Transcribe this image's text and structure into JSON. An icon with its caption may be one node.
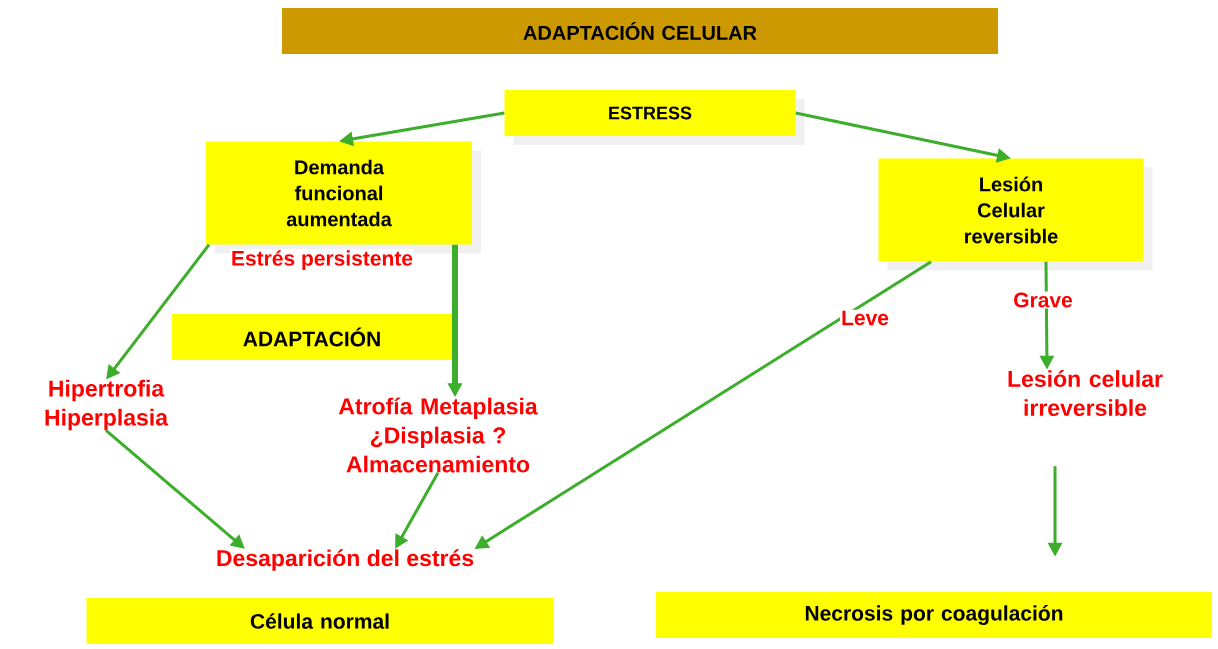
{
  "diagram": {
    "nodes": [
      {
        "text": [
          "ADAPTACIÓN CELULAR"
        ]
      },
      {
        "text": [
          "ESTRESS"
        ]
      },
      {
        "text": [
          "Demanda funcional aumentada"
        ]
      },
      {
        "text": [
          "Lesión Celular reversible"
        ]
      },
      {
        "text": [
          "ADAPTACIÓN"
        ]
      },
      {
        "text": [
          "Hipertrofia Hiperplasia"
        ]
      },
      {
        "text": [
          "Atrofía Metaplasia ¿Displasia ? Almacenamiento"
        ]
      },
      {
        "text": [
          "Desaparición del estrés"
        ]
      },
      {
        "text": [
          "Lesión celular irreversible"
        ]
      },
      {
        "text": [
          "Célula normal"
        ]
      },
      {
        "text": [
          "Necrosis por coagulación"
        ]
      }
    ],
    "edges": [
      {
        "from": 1,
        "to": 2,
        "arrow": "to"
      },
      {
        "from": 1,
        "to": 3,
        "arrow": "to"
      },
      {
        "from": 2,
        "to": 5,
        "arrow": "to"
      },
      {
        "from": 2,
        "to": 6,
        "arrow": "to",
        "style": "thick"
      },
      {
        "from": 5,
        "to": 7,
        "arrow": "to"
      },
      {
        "from": 6,
        "to": 7,
        "arrow": "to"
      },
      {
        "from": 3,
        "to": 7,
        "arrow": "to",
        "label": "Leve"
      },
      {
        "from": 3,
        "to": 8,
        "arrow": "to",
        "label": "Grave"
      },
      {
        "from": 8,
        "to": 10,
        "arrow": "to"
      }
    ],
    "labels": [
      "Estrés persistente"
    ]
  }
}
